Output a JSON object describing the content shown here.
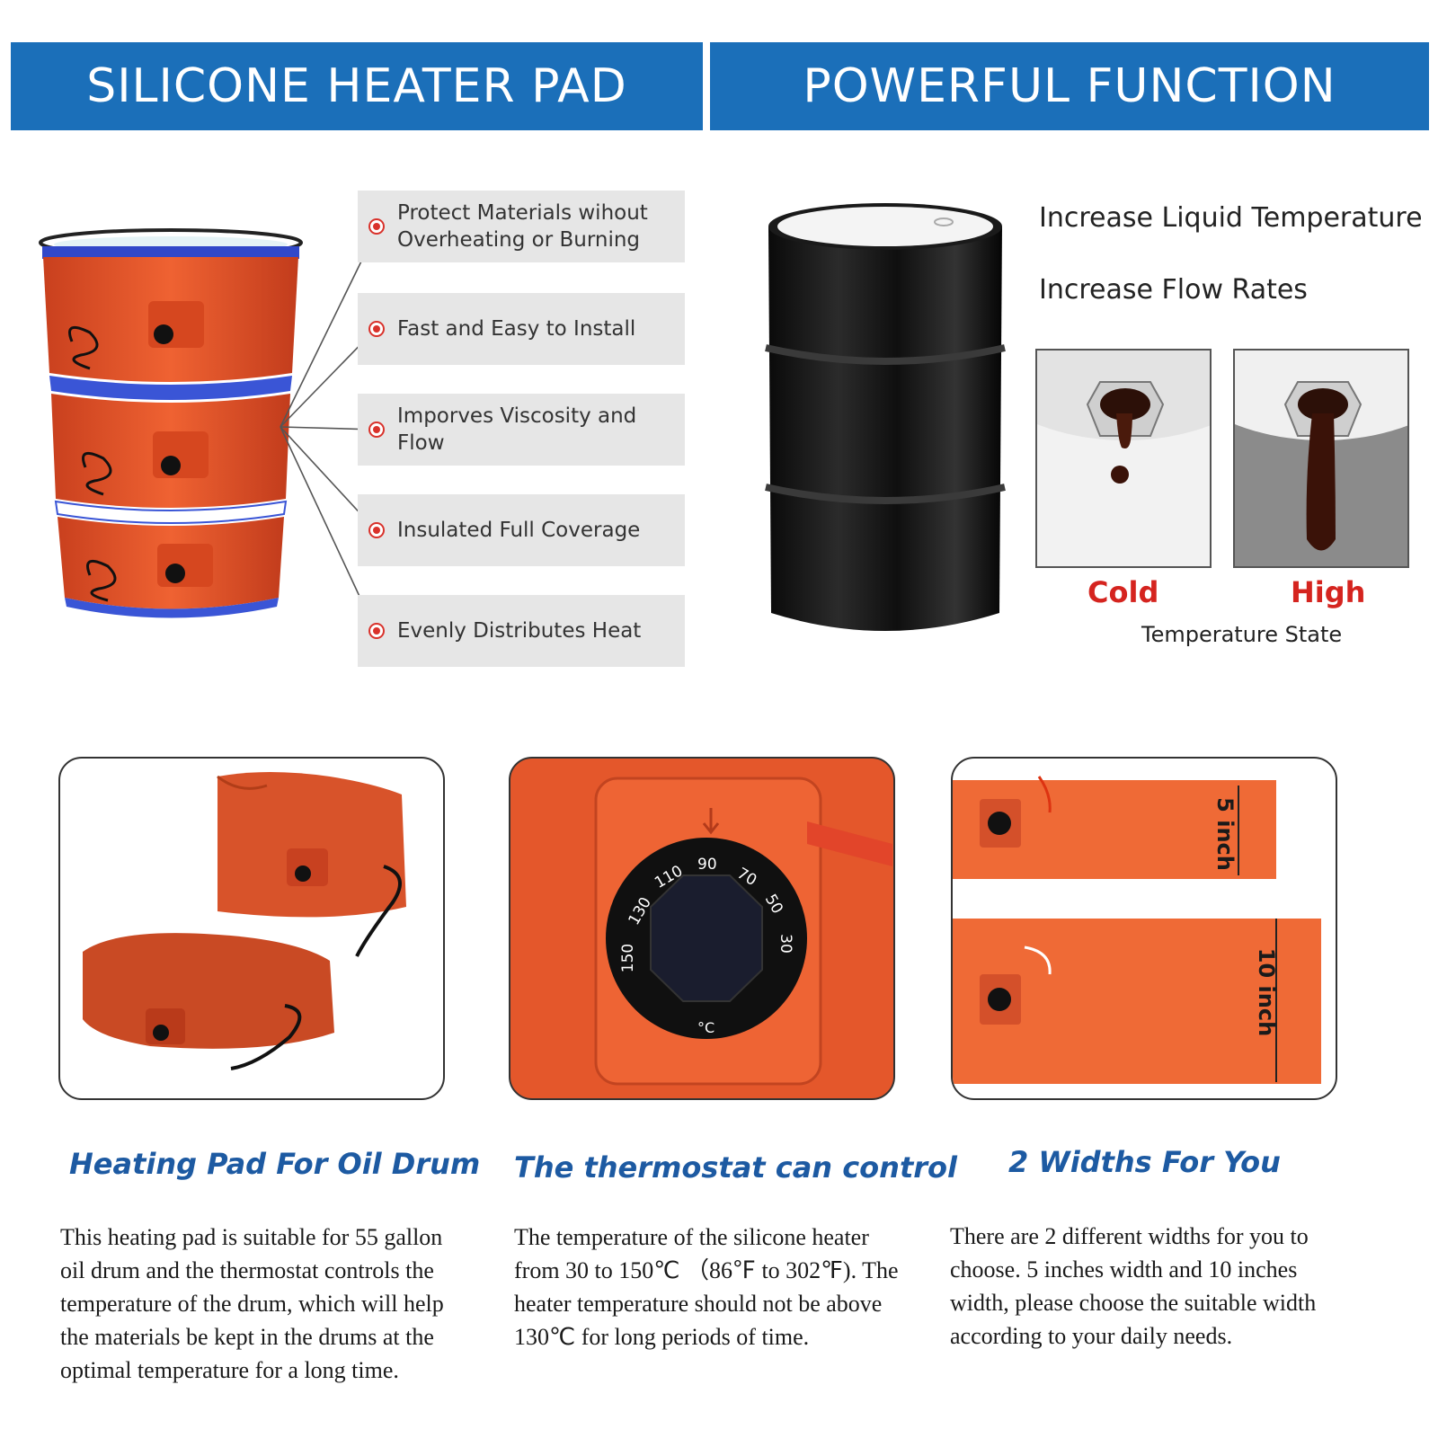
{
  "banners": {
    "left_title": "SILICONE HEATER PAD",
    "right_title": "POWERFUL FUNCTION"
  },
  "features": [
    {
      "label": "Protect Materials wihout Overheating or Burning"
    },
    {
      "label": "Fast and Easy to Install"
    },
    {
      "label": "Imporves Viscosity and Flow"
    },
    {
      "label": "Insulated Full Coverage"
    },
    {
      "label": "Evenly Distributes Heat"
    }
  ],
  "function": {
    "line1": "Increase Liquid Temperature",
    "line2": "Increase Flow Rates",
    "cold_label": "Cold",
    "high_label": "High",
    "state_caption": "Temperature State"
  },
  "dial": {
    "numbers": [
      "150",
      "130",
      "110",
      "90",
      "70",
      "50",
      "30"
    ],
    "unit": "°C"
  },
  "widths": {
    "five": "5 inch",
    "ten": "10 inch"
  },
  "sections": [
    {
      "title": "Heating Pad For Oil Drum",
      "body": "This heating pad is suitable for 55 gallon oil drum and the thermostat controls the temperature of the drum, which will help the materials be kept in the drums at the optimal temperature for a long time."
    },
    {
      "title": "The thermostat can control",
      "body": "The temperature of the silicone heater from 30 to 150℃ （86℉ to 302℉). The heater temperature should not be above 130℃ for long periods of time."
    },
    {
      "title": "2 Widths For You",
      "body": "There are 2 different widths for you to choose. 5 inches width and 10 inches width, please choose the suitable width according to your daily needs."
    }
  ],
  "colors": {
    "banner": "#1b6fb9",
    "heater_orange": "#e8552a",
    "accent_red": "#d5241f",
    "caption_blue": "#1d5aa2"
  }
}
